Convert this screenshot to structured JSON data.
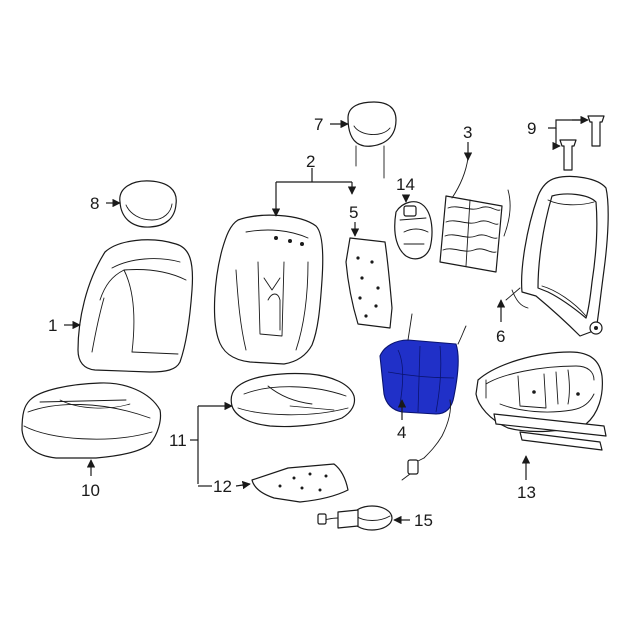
{
  "highlight_color": "#2030c8",
  "callouts": {
    "c1": "1",
    "c2": "2",
    "c3": "3",
    "c4": "4",
    "c5": "5",
    "c6": "6",
    "c7": "7",
    "c8": "8",
    "c9": "9",
    "c10": "10",
    "c11": "11",
    "c12": "12",
    "c13": "13",
    "c14": "14",
    "c15": "15"
  }
}
